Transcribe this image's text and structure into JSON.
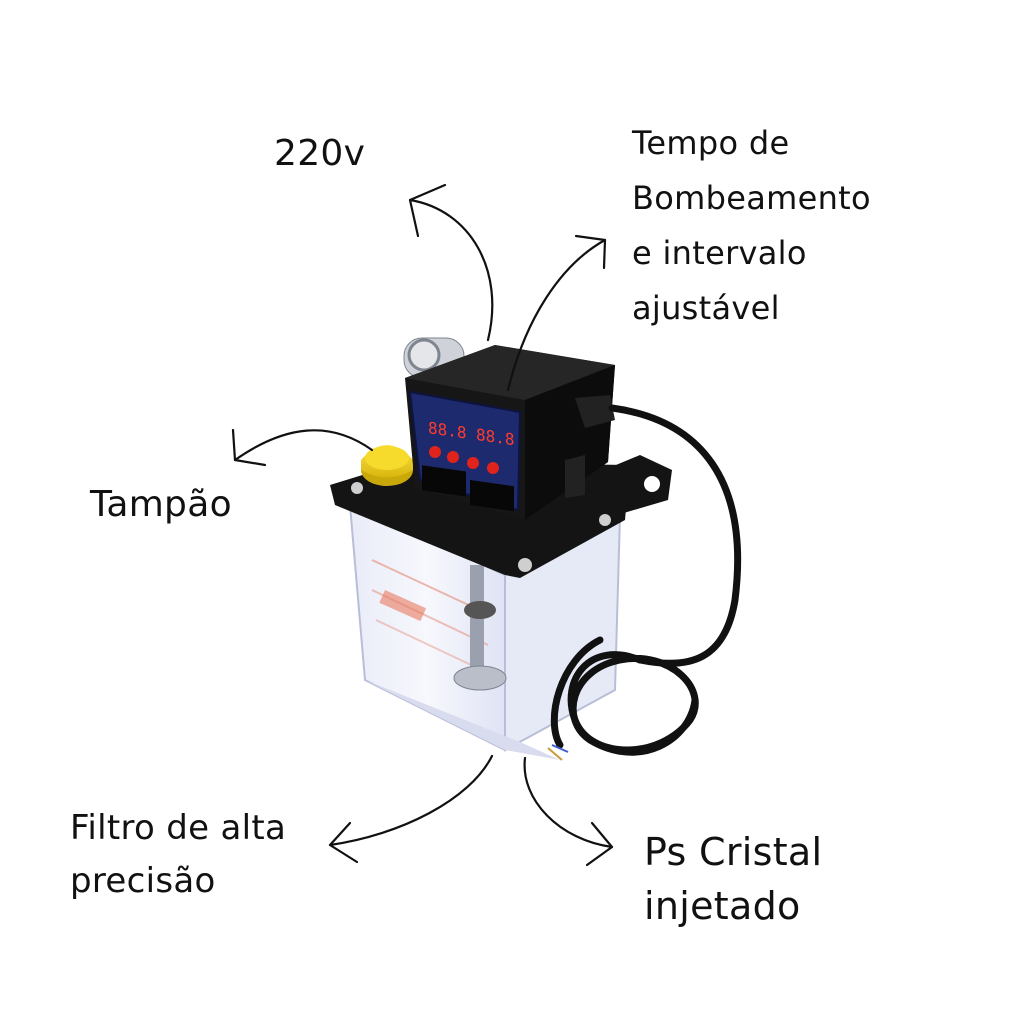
{
  "labels": {
    "voltage": "220v",
    "pump_time": [
      "Tempo de",
      "Bombeamento",
      "e intervalo",
      "ajustável"
    ],
    "cap": "Tampão",
    "filter": [
      "Filtro de alta",
      "precisão"
    ],
    "body": [
      "Ps Cristal",
      "injetado"
    ]
  },
  "display": {
    "left": "88.8",
    "right": "88.8"
  },
  "colors": {
    "display_panel": "#1e2a6e",
    "cap": "#f2d21a",
    "led": "#e0231b",
    "housing": "#141414"
  }
}
